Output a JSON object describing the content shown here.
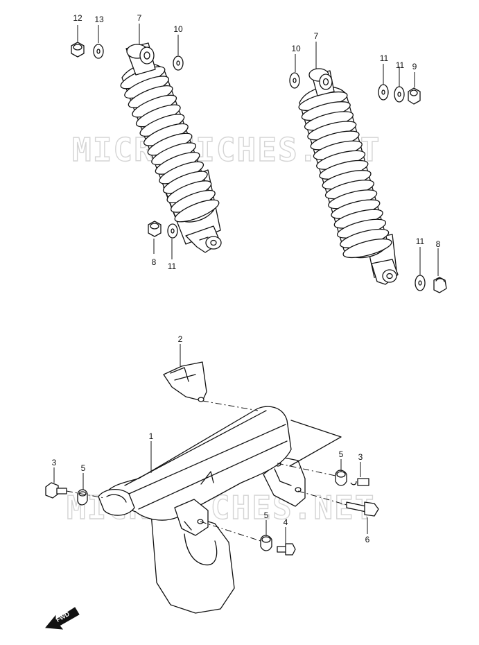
{
  "diagram": {
    "watermark": "MICROFICHES.NET",
    "fwd_label": "FWD",
    "labels": {
      "p12": "12",
      "p13": "13",
      "p7_left": "7",
      "p10_left": "10",
      "p8_left": "8",
      "p11_left": "11",
      "p7_right": "7",
      "p10_right": "10",
      "p11_right_a": "11",
      "p11_right_b": "11",
      "p9": "9",
      "p11_right_c": "11",
      "p8_right": "8",
      "p2": "2",
      "p1": "1",
      "p3_left": "3",
      "p5_left": "5",
      "p5_right": "5",
      "p3_right": "3",
      "p5_bottom": "5",
      "p4": "4",
      "p6": "6"
    }
  }
}
